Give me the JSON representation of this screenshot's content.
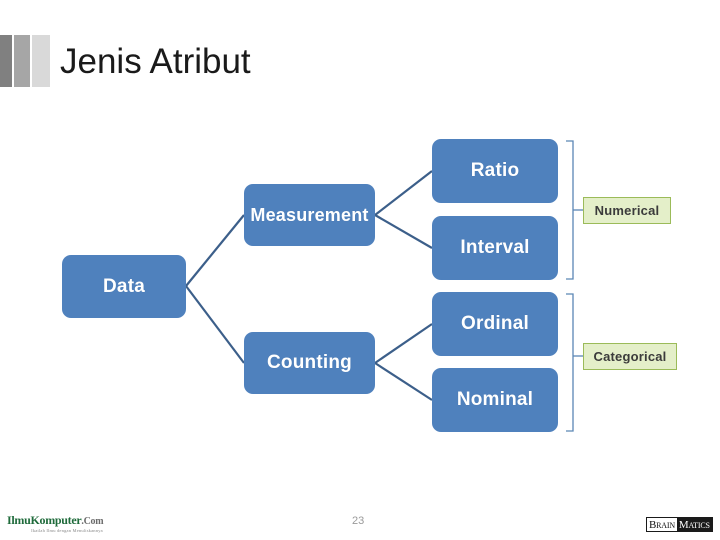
{
  "slide": {
    "title": "Jenis Atribut",
    "page_number": "23",
    "accent_blue": "#4f81bd",
    "tag_fill": "#e4efc9",
    "tag_border": "#9bbb59",
    "connector_color": "#3c5f8a",
    "bracket_color": "#5b86b5"
  },
  "title_bars": [
    {
      "name": "bar-dark",
      "color": "#808080"
    },
    {
      "name": "bar-medium",
      "color": "#a6a6a6"
    },
    {
      "name": "bar-light",
      "color": "#d9d9d9"
    }
  ],
  "diagram": {
    "type": "tree",
    "root": {
      "id": "data",
      "label": "Data"
    },
    "nodes": [
      {
        "id": "data",
        "label": "Data",
        "level": 0
      },
      {
        "id": "measurement",
        "label": "Measurement",
        "level": 1,
        "parent": "data"
      },
      {
        "id": "counting",
        "label": "Counting",
        "level": 1,
        "parent": "data"
      },
      {
        "id": "ratio",
        "label": "Ratio",
        "level": 2,
        "parent": "measurement"
      },
      {
        "id": "interval",
        "label": "Interval",
        "level": 2,
        "parent": "measurement"
      },
      {
        "id": "ordinal",
        "label": "Ordinal",
        "level": 2,
        "parent": "counting"
      },
      {
        "id": "nominal",
        "label": "Nominal",
        "level": 2,
        "parent": "counting"
      }
    ],
    "groups": [
      {
        "id": "numerical",
        "label": "Numerical",
        "members": [
          "ratio",
          "interval"
        ]
      },
      {
        "id": "categorical",
        "label": "Categorical",
        "members": [
          "ordinal",
          "nominal"
        ]
      }
    ]
  },
  "footer": {
    "logo_left": {
      "name_part1": "Ilmu",
      "name_part2": "Komputer",
      "name_part3": ".Com",
      "tagline": "Ikatlah Ilmu dengan Menuliskannya"
    },
    "logo_right": {
      "part_light": "Brain",
      "part_dark": "Matics"
    }
  }
}
